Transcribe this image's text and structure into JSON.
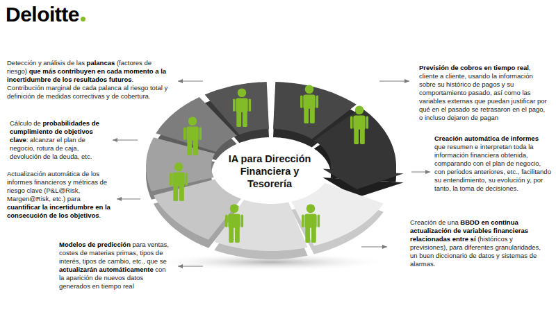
{
  "diagram": {
    "title": "IA para Dirección Financiera y Tesorería",
    "labels": [
      "Deloitte",
      "Detección y análisis de las",
      "palancas",
      "(factores de riesgo)",
      "que más contribuyen en cada momento a la incertidumbre de los resultados futuros",
      ".",
      "Contribución marginal de cada palanca al riesgo total y definición de medidas correctivas y de cobertura.",
      "Cálculo de",
      "probabilidades de cumplimiento de objetivos clave",
      ": alcanzar el plan de negocio, rotura de caja, devolución de la deuda, etc.",
      "Actualización automática de los informes financieros y métricas de riesgo clave (P&L@Risk, Margen@Risk, etc.) para",
      "cuantificar la incertidumbre en la consecución de los objetivos",
      ".",
      "Modelos de predicción",
      "para ventas, costes de materias primas, tipos de interés, tipos de cambio, etc., que se",
      "actualizarán automáticamente",
      "con la aparición de nuevos datos generados en tiempo real",
      "Previsión de cobros en tiempo real",
      ", cliente a cliente, usando la información sobre su histórico de pagos y su comportamiento pasado, así como las variables externas que puedan justificar por qué en el pasado se retrasaron en el pago, o incluso dejaron de pagan",
      "Creación automática de informes",
      "que resumen e interpretan toda la información financiera obtenida, comparando con el plan de negocio, con periodos anteriores, etc., facilitando su entendimiento, su evolución y, por tanto, la toma de decisiones.",
      "Creación de una",
      "BBDD en continua actualización de variables financieras relacionadas entre sí",
      "(históricos y previsiones), para diferentes granularidades, un buen diccionario de datos y sistemas de alarmas."
    ]
  }
}
